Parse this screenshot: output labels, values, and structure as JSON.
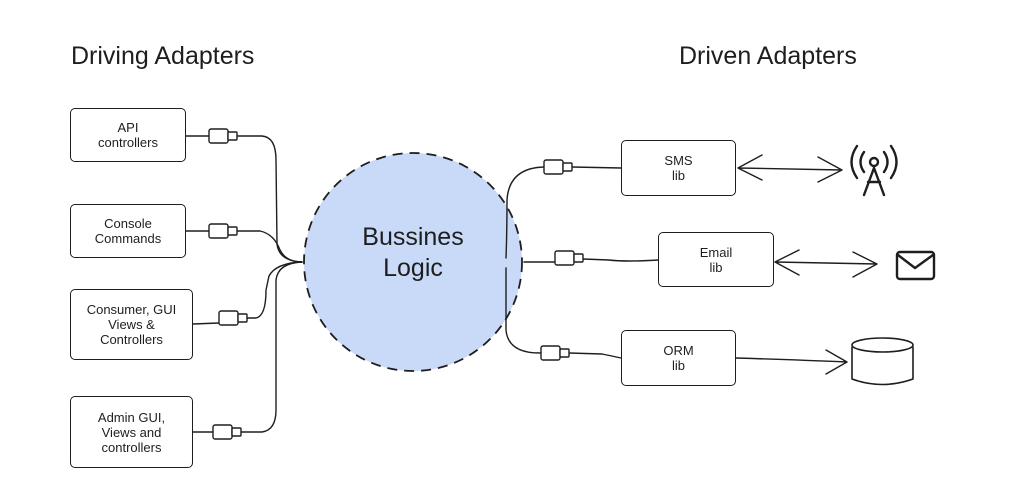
{
  "headings": {
    "driving": "Driving Adapters",
    "driven": "Driven Adapters"
  },
  "core": {
    "line1": "Bussines",
    "line2": "Logic",
    "fill_color": "#c9daf8"
  },
  "driving_adapters": [
    {
      "lines": [
        "API",
        "controllers"
      ]
    },
    {
      "lines": [
        "Console",
        "Commands"
      ]
    },
    {
      "lines": [
        "Consumer, GUI",
        "Views &",
        "Controllers"
      ]
    },
    {
      "lines": [
        "Admin GUI,",
        "Views and",
        "controllers"
      ]
    }
  ],
  "driven_adapters": [
    {
      "lines": [
        "SMS",
        "lib"
      ],
      "external_icon": "antenna-icon"
    },
    {
      "lines": [
        "Email",
        "lib"
      ],
      "external_icon": "mail-envelope-icon"
    },
    {
      "lines": [
        "ORM",
        "lib"
      ],
      "external_icon": "database-icon"
    }
  ]
}
